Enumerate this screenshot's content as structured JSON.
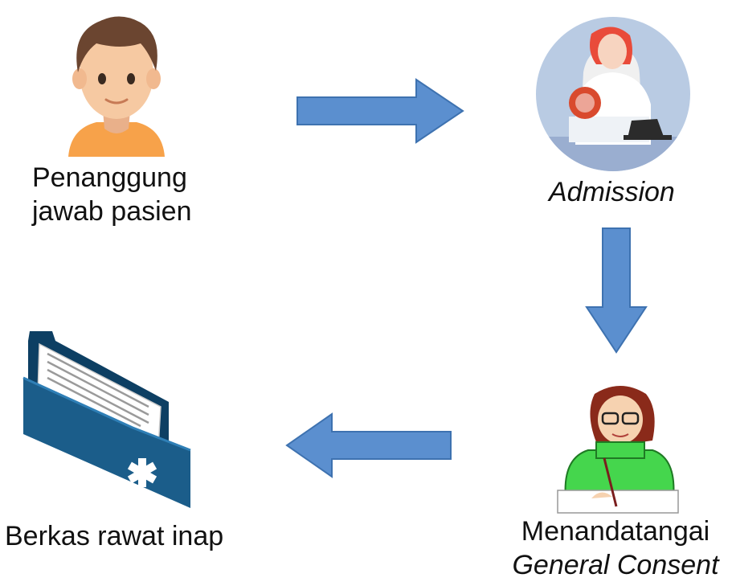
{
  "nodes": {
    "responsible_person": {
      "line1": "Penanggung",
      "line2": "jawab pasien"
    },
    "admission": {
      "label": "Admission"
    },
    "signing": {
      "line1": "Menandatangai",
      "line2": "General Consent"
    },
    "inpatient_file": {
      "label": "Berkas rawat inap"
    }
  },
  "colors": {
    "arrow_fill": "#5b8fcf",
    "arrow_stroke": "#3e72b0",
    "admission_bg": "#b9cbe3"
  },
  "icons": [
    "person-icon",
    "receptionist-icon",
    "signing-woman-icon",
    "medical-folder-icon"
  ]
}
